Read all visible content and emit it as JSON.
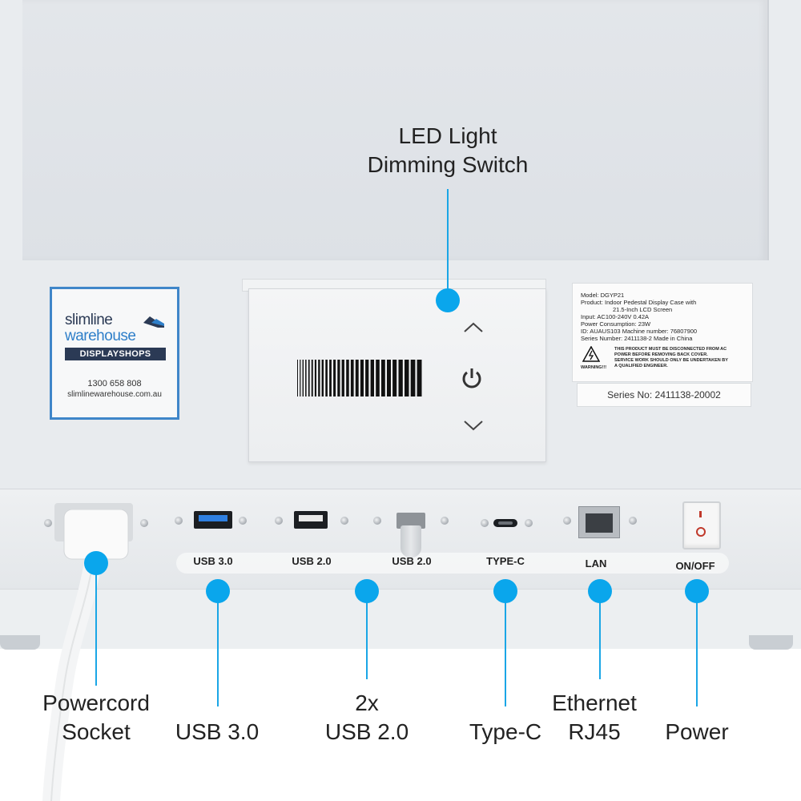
{
  "callouts": {
    "led_title_1": "LED Light",
    "led_title_2": "Dimming Switch",
    "powercord_1": "Powercord",
    "powercord_2": "Socket",
    "usb3": "USB 3.0",
    "usb2_1": "2x",
    "usb2_2": "USB 2.0",
    "typec": "Type-C",
    "ethernet_1": "Ethernet",
    "ethernet_2": "RJ45",
    "power": "Power"
  },
  "port_labels": {
    "usb3": "USB 3.0",
    "usb2_a": "USB 2.0",
    "usb2_b": "USB 2.0",
    "typec": "TYPE-C",
    "lan": "LAN",
    "onoff": "ON/OFF"
  },
  "logo": {
    "line1": "slimline",
    "line2": "warehouse",
    "line3": "DISPLAYSHOPS",
    "phone": "1300 658 808",
    "website": "slimlinewarehouse.com.au"
  },
  "sticker": {
    "model": "Model: DGYP21",
    "product_1": "Product:  Indoor Pedestal Display Case with",
    "product_2": "21.5-Inch LCD Screen",
    "input": "Input: AC100-240V   0.42A",
    "power_consumption": "Power Consumption: 23W",
    "id": "ID:  AUAUS103       Machine number: 76807900",
    "series_number": "Series Number: 2411138-2           Made in China",
    "warning_1": "THIS PRODUCT MUST BE DISCONNECTED FROM AC",
    "warning_2": "POWER BEFORE REMOVING BACK COVER.",
    "warning_3": "SERVICE WORK SHOULD ONLY BE UNDERTAKEN BY",
    "warning_4": "A QUALIFIED ENGINEER.",
    "warning_word": "WARNING!!!"
  },
  "series_box": "Series No: 2411138-20002",
  "icons": {
    "dimmer_up": "chevron-up-icon",
    "dimmer_power": "power-icon",
    "dimmer_down": "chevron-down-icon",
    "warning": "electrical-warning-icon"
  },
  "colors": {
    "callout_accent": "#0aa6ec",
    "logo_border": "#3f86c9",
    "usb3_blue": "#2f7fe0"
  }
}
